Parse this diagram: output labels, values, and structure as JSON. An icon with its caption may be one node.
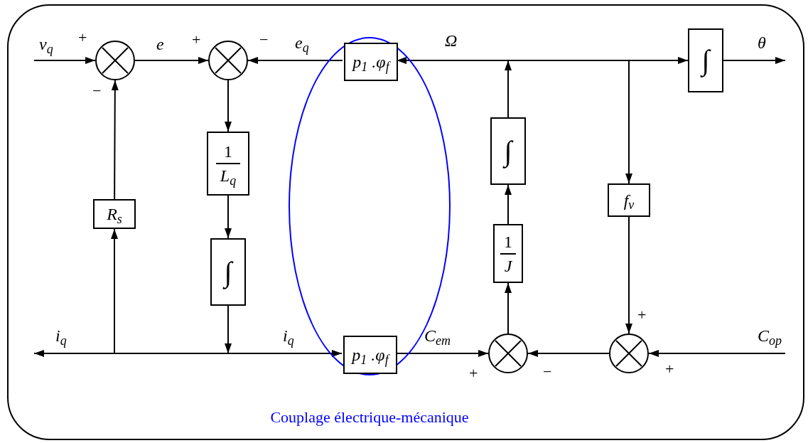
{
  "diagram": {
    "nodes": [
      {
        "text": [
          "Couplage électrique-mécanique"
        ]
      },
      {
        "text": [],
        "shape": "circle"
      },
      {
        "text": [],
        "shape": "circle"
      },
      {
        "text": [
          "p$_{1}$ .φ$_{f}$"
        ],
        "in": 0
      },
      {
        "text": [
          "∫"
        ]
      },
      {
        "text": [
          "1",
          "L$_{q}$"
        ]
      },
      {
        "text": [
          "∫"
        ]
      },
      {
        "text": [
          "R$_{s}$"
        ]
      },
      {
        "text": [
          "p$_{1}$ .φ$_{f}$"
        ],
        "in": 0
      },
      {
        "text": [],
        "shape": "circle"
      },
      {
        "text": [],
        "shape": "circle"
      },
      {
        "text": [
          "1",
          "J"
        ]
      },
      {
        "text": [
          "∫"
        ]
      },
      {
        "text": [
          "f$_{v}$"
        ]
      }
    ],
    "edges": [
      {
        "from": null,
        "to": 1,
        "arrow": "to",
        "label": "v$_{q}$"
      },
      {
        "from": 1,
        "to": 2,
        "arrow": "to",
        "label": "e"
      },
      {
        "from": 3,
        "to": 2,
        "arrow": "to",
        "label": "e$_{q}$"
      },
      {
        "from": 2,
        "to": 5,
        "arrow": "to"
      },
      {
        "from": 5,
        "to": 6,
        "arrow": "to"
      },
      {
        "from": 6,
        "to": null,
        "arrow": "to",
        "label": "i$_{q}$"
      },
      {
        "from": 6,
        "to": 8,
        "arrow": "to",
        "label": "i$_{q}$"
      },
      {
        "from": 6,
        "to": 7,
        "arrow": "to"
      },
      {
        "from": 7,
        "to": 1,
        "arrow": "to"
      },
      {
        "from": 8,
        "to": 9,
        "arrow": "to",
        "label": "C$_{em}$"
      },
      {
        "from": 10,
        "to": 9,
        "arrow": "to"
      },
      {
        "from": null,
        "to": 10,
        "arrow": "to",
        "label": "C$_{op}$"
      },
      {
        "from": 9,
        "to": 11,
        "arrow": "to"
      },
      {
        "from": 11,
        "to": 12,
        "arrow": "to"
      },
      {
        "from": 12,
        "to": 3,
        "arrow": "to",
        "label": "Ω"
      },
      {
        "from": 12,
        "to": 4,
        "arrow": "to"
      },
      {
        "from": 12,
        "to": 13,
        "arrow": "to"
      },
      {
        "from": 4,
        "to": null,
        "arrow": "to",
        "label": "θ"
      },
      {
        "from": 13,
        "to": 10,
        "arrow": "to"
      }
    ],
    "labels": [
      "+",
      "+",
      "−",
      "−",
      "+",
      "+",
      "−",
      "+"
    ]
  }
}
